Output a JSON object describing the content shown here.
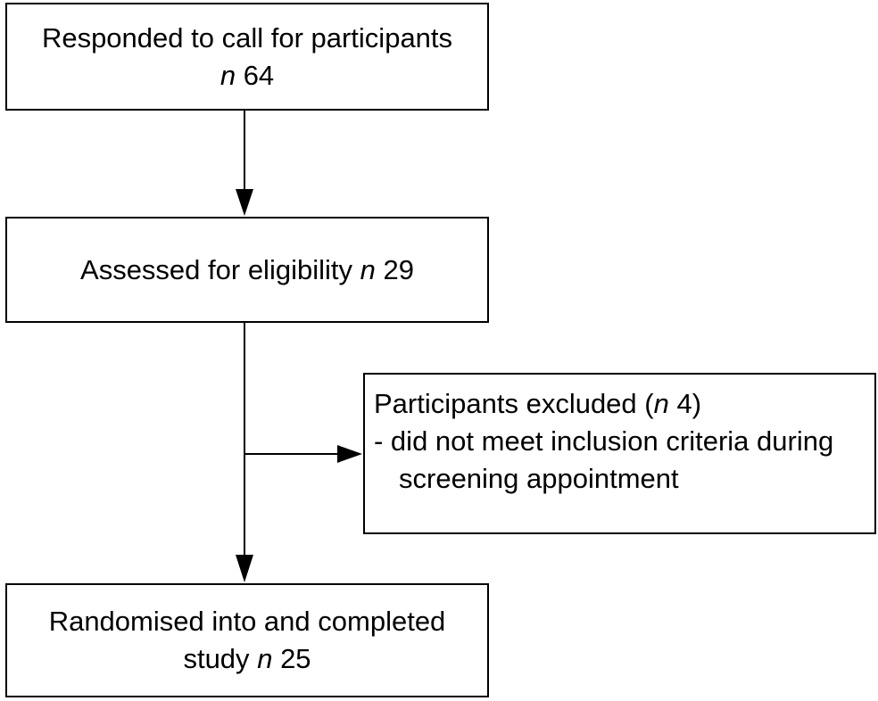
{
  "flowchart": {
    "responded": {
      "label": "Responded to call for participants",
      "n_prefix": "n",
      "n_value": "64"
    },
    "assessed": {
      "label": "Assessed for eligibility",
      "n_prefix": "n",
      "n_value": "29"
    },
    "excluded": {
      "label": "Participants excluded (",
      "n_prefix": "n",
      "n_value": "4)",
      "reason_line1": "- did not meet inclusion criteria during",
      "reason_line2": "screening appointment"
    },
    "randomised": {
      "label_line1": "Randomised into and completed",
      "label_line2": "study",
      "n_prefix": "n",
      "n_value": "25"
    }
  },
  "colors": {
    "stroke": "#000000",
    "background": "#ffffff"
  }
}
